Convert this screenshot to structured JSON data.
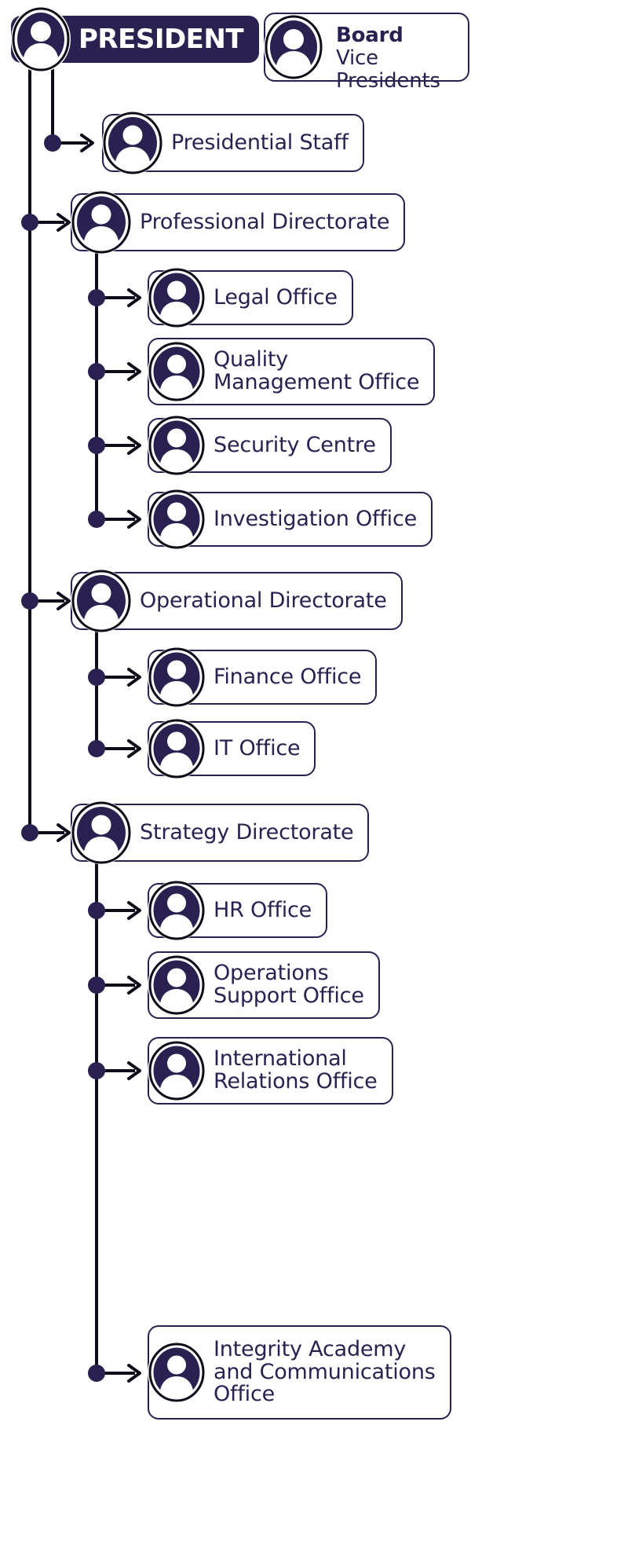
{
  "diagram": {
    "title": "Organizational Structure Chart",
    "type": "org-chart",
    "colors": {
      "navy": "#2b2150",
      "outline": "#2b2150",
      "background": "#ffffff",
      "president_text": "#ffffff"
    },
    "icon": "person-avatar-icon"
  },
  "root": {
    "label": "PRESIDENT",
    "name": "president"
  },
  "peer": {
    "line1": "Board",
    "line2": "Vice\nPresidents",
    "label": "Board\nVice\nPresidents",
    "name": "board-vice-presidents"
  },
  "level1": [
    {
      "label": "Presidential Staff",
      "name": "presidential-staff",
      "children": []
    },
    {
      "label": "Professional Directorate",
      "name": "professional-directorate",
      "children": [
        {
          "label": "Legal Office",
          "name": "legal-office"
        },
        {
          "label": "Quality\nManagement Office",
          "name": "quality-management-office"
        },
        {
          "label": "Security Centre",
          "name": "security-centre"
        },
        {
          "label": "Investigation Office",
          "name": "investigation-office"
        }
      ]
    },
    {
      "label": "Operational Directorate",
      "name": "operational-directorate",
      "children": [
        {
          "label": "Finance Office",
          "name": "finance-office"
        },
        {
          "label": "IT Office",
          "name": "it-office"
        }
      ]
    },
    {
      "label": "Strategy Directorate",
      "name": "strategy-directorate",
      "children": [
        {
          "label": "HR Office",
          "name": "hr-office"
        },
        {
          "label": "Operations\nSupport Office",
          "name": "operations-support-office"
        },
        {
          "label": "International\nRelations Office",
          "name": "international-relations-office"
        },
        {
          "label": "Integrity Academy\nand Communications\nOffice",
          "name": "integrity-academy-and-communications-office"
        }
      ]
    }
  ]
}
